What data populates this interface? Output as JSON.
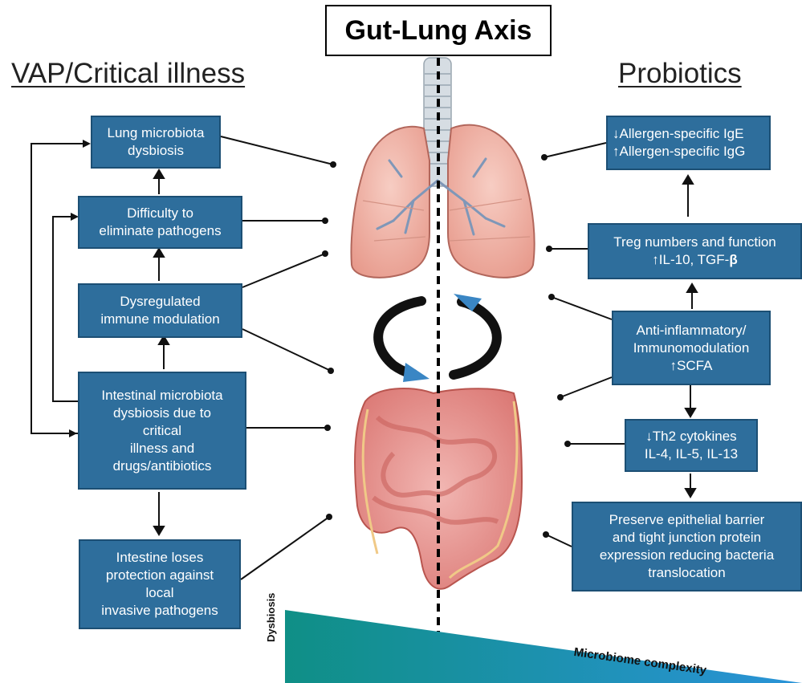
{
  "title": "Gut-Lung Axis",
  "left_heading": "VAP/Critical illness",
  "right_heading": "Probiotics",
  "left_boxes": {
    "lung_dysbiosis": [
      "Lung microbiota",
      "dysbiosis"
    ],
    "difficulty": [
      "Difficulty to",
      "eliminate pathogens"
    ],
    "dysregulated": [
      "Dysregulated",
      "immune modulation"
    ],
    "intestinal": [
      "Intestinal microbiota",
      "dysbiosis due to",
      "critical",
      "illness and",
      "drugs/antibiotics"
    ],
    "protection": [
      "Intestine loses",
      "protection against",
      "local",
      "invasive pathogens"
    ]
  },
  "right_boxes": {
    "ige": {
      "arrow1": "↓",
      "text1": "Allergen-specific IgE",
      "arrow2": "↑",
      "text2": "Allergen-specific IgG"
    },
    "treg": {
      "line1": "Treg numbers and function",
      "arrow": "↑",
      "line2": "IL-10, TGF-",
      "beta": "β"
    },
    "anti": {
      "line1": "Anti-inflammatory/",
      "line2": "Immunomodulation",
      "arrow": "↑",
      "line3": "SCFA"
    },
    "th2": {
      "arrow": "↓",
      "line1": "Th2 cytokines",
      "line2": "IL-4, IL-5, IL-13"
    },
    "barrier": [
      "Preserve epithelial barrier",
      "and tight junction protein",
      "expression reducing bacteria",
      "translocation"
    ]
  },
  "bottom": {
    "y_label": "Dysbiosis",
    "x_label": "Microbiome complexity"
  },
  "colors": {
    "box": "#2e6e9c",
    "box_border": "#1c4f74",
    "cycle_arrow": "#3a86c4",
    "lung": "#f2b4a8",
    "gut": "#e88f8a",
    "wedge_dark": "#0f8f86",
    "wedge_light": "#2a93d8"
  }
}
